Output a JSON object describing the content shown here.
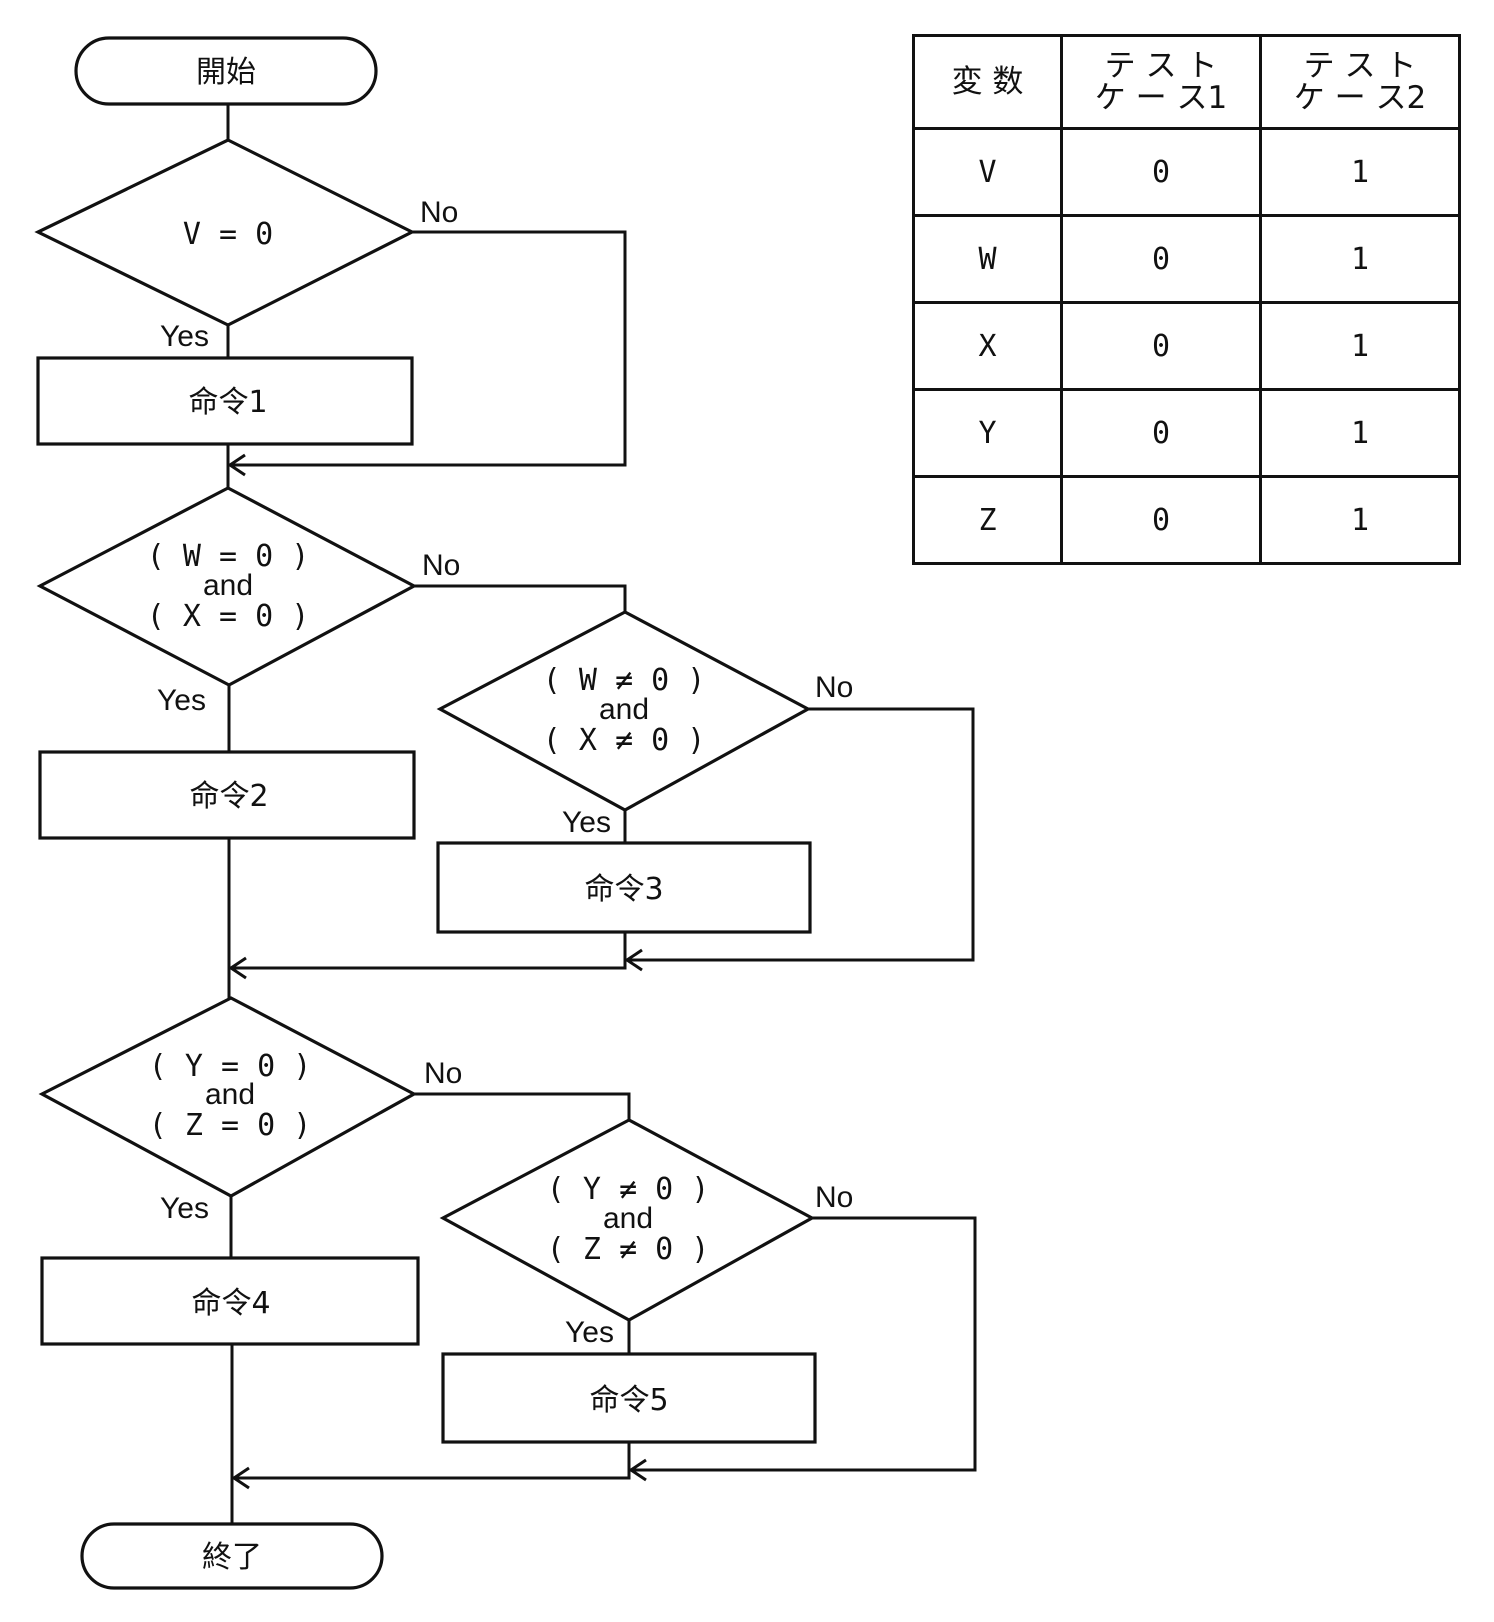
{
  "flowchart": {
    "start": "開始",
    "end": "終了",
    "yes": "Yes",
    "no": "No",
    "and": "and",
    "decisions": [
      {
        "id": "d1",
        "lines": [
          "V = 0"
        ]
      },
      {
        "id": "d2",
        "lines": [
          "( W = 0 )",
          "( X = 0 )"
        ]
      },
      {
        "id": "d3",
        "lines": [
          "( W ≠ 0 )",
          "( X ≠ 0 )"
        ]
      },
      {
        "id": "d4",
        "lines": [
          "( Y =  0 )",
          "( Z =  0 )"
        ]
      },
      {
        "id": "d5",
        "lines": [
          "( Y ≠ 0 )",
          "( Z ≠ 0 )"
        ]
      }
    ],
    "processes": [
      "命令1",
      "命令2",
      "命令3",
      "命令4",
      "命令5"
    ]
  },
  "table": {
    "headers": [
      [
        "変 数"
      ],
      [
        "テ ス ト",
        "ケ ー ス1"
      ],
      [
        "テ ス ト",
        "ケ ー ス2"
      ]
    ],
    "rows": [
      {
        "variable": "V",
        "case1": "0",
        "case2": "1"
      },
      {
        "variable": "W",
        "case1": "0",
        "case2": "1"
      },
      {
        "variable": "X",
        "case1": "0",
        "case2": "1"
      },
      {
        "variable": "Y",
        "case1": "0",
        "case2": "1"
      },
      {
        "variable": "Z",
        "case1": "0",
        "case2": "1"
      }
    ]
  }
}
